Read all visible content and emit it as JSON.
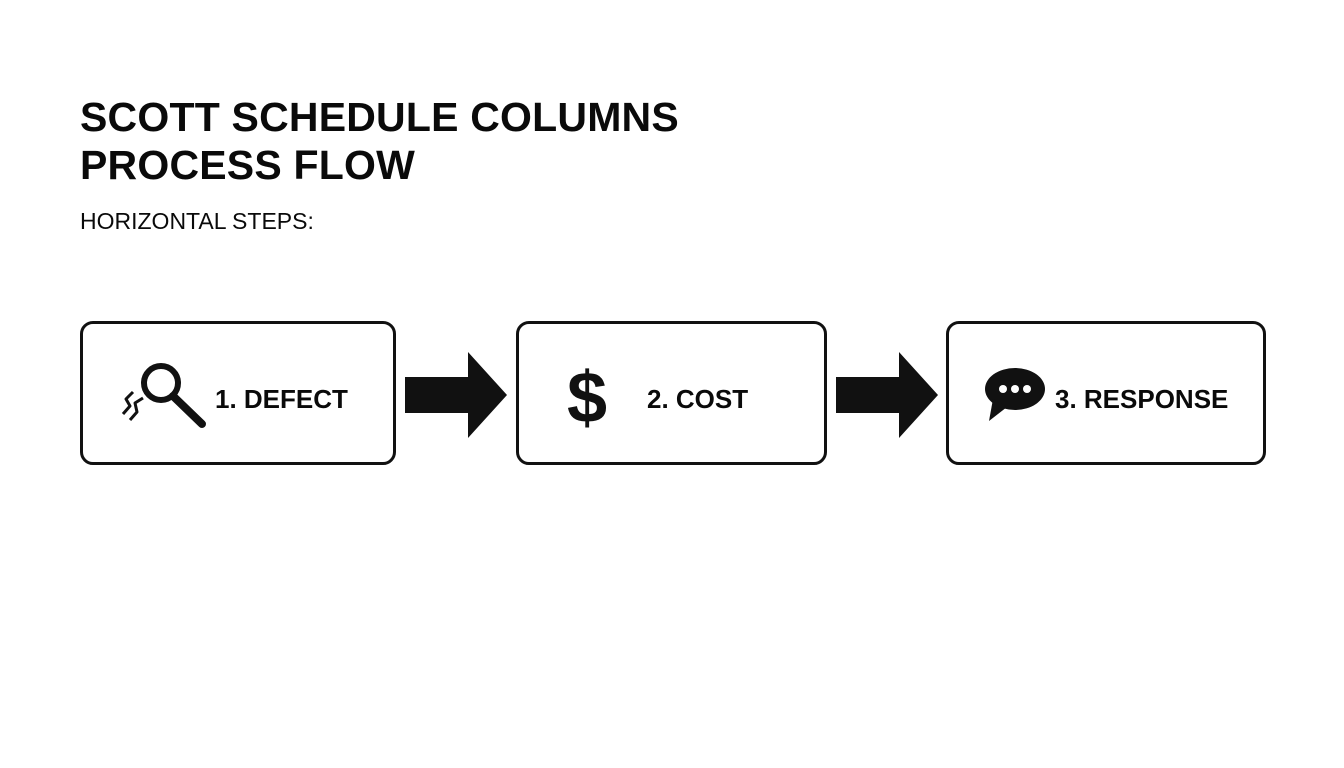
{
  "header": {
    "title_line1": "SCOTT SCHEDULE COLUMNS",
    "title_line2": "PROCESS FLOW",
    "subtitle": "HORIZONTAL STEPS:"
  },
  "steps": [
    {
      "label": "1. DEFECT",
      "icon": "magnifier-crack-icon"
    },
    {
      "label": "2. COST",
      "icon": "dollar-icon"
    },
    {
      "label": "3. RESPONSE",
      "icon": "chat-bubble-icon"
    }
  ],
  "connectors": [
    "arrow-right",
    "arrow-right"
  ],
  "colors": {
    "stroke": "#111111",
    "background": "#ffffff"
  }
}
